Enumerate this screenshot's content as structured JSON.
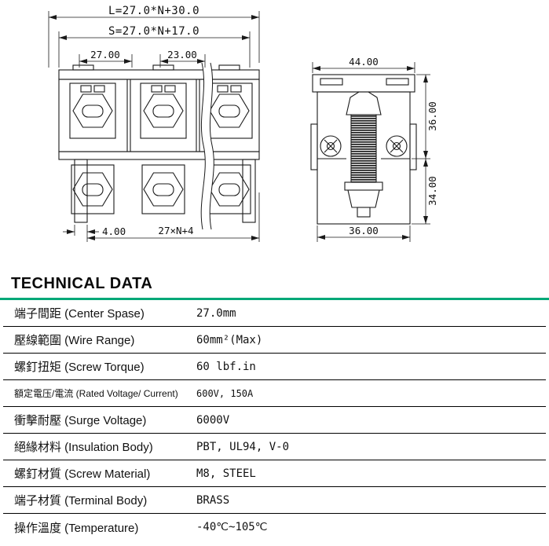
{
  "drawing": {
    "front_view": {
      "dim_overall_length": "L=27.0*N+30.0",
      "dim_screw_span": "S=27.0*N+17.0",
      "dim_pitch": "27.00",
      "dim_terminal_width": "23.00",
      "dim_leg_width": "4.00",
      "dim_total_pitch": "27×N+4"
    },
    "side_view": {
      "dim_width_top": "44.00",
      "dim_height_upper": "36.00",
      "dim_height_lower": "34.00",
      "dim_width_bottom": "36.00"
    }
  },
  "technical_data": {
    "title": "TECHNICAL DATA",
    "accent_color": "#00a878",
    "rows": [
      {
        "label": "端子間距 (Center Spase)",
        "value": "27.0mm"
      },
      {
        "label": "壓線範圍 (Wire Range)",
        "value": "60mm²(Max)"
      },
      {
        "label": "螺釘扭矩 (Screw Torque)",
        "value": "60 lbf.in"
      },
      {
        "label": "額定電压/電流 (Rated Voltage/ Current)",
        "value": "600V, 150A"
      },
      {
        "label": "衝擊耐壓 (Surge Voltage)",
        "value": "6000V"
      },
      {
        "label": "絕緣材料 (Insulation Body)",
        "value": "PBT, UL94, V-0"
      },
      {
        "label": "螺釘材質 (Screw Material)",
        "value": "M8, STEEL"
      },
      {
        "label": "端子材質 (Terminal Body)",
        "value": "BRASS"
      },
      {
        "label": "操作溫度 (Temperature)",
        "value": "-40℃~105℃"
      }
    ]
  }
}
